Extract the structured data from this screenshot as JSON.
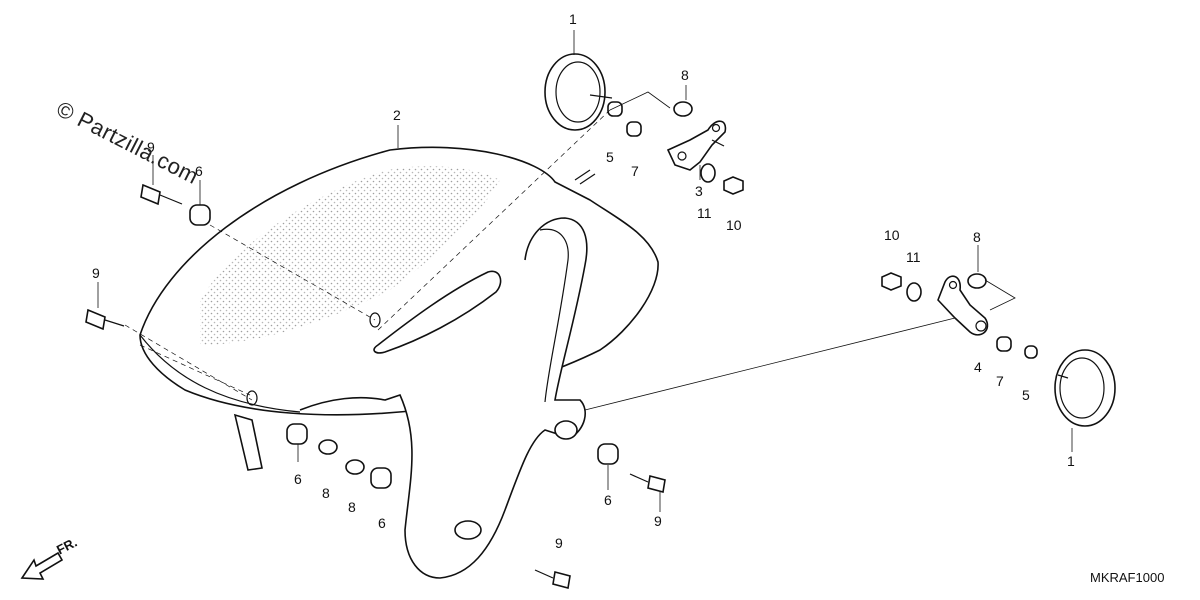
{
  "watermark": "© Partzilla.com",
  "diagram_code": "MKRAF1000",
  "direction_label": "FR.",
  "callouts": {
    "c1_top": "1",
    "c2": "2",
    "c3": "3",
    "c4": "4",
    "c5_top": "5",
    "c5_right": "5",
    "c6_left_top": "6",
    "c6_bottom_left": "6",
    "c6_bottom_mid": "6",
    "c6_bottom_right": "6",
    "c7_top": "7",
    "c7_right": "7",
    "c8_top": "8",
    "c8_right": "8",
    "c8_bottom_a": "8",
    "c8_bottom_b": "8",
    "c9_left_top": "9",
    "c9_left_mid": "9",
    "c9_bottom_right": "9",
    "c9_bottom": "9",
    "c10_top": "10",
    "c10_right": "10",
    "c11_top": "11",
    "c11_right": "11",
    "c1_right": "1"
  },
  "icons": {
    "fender": "front-fender",
    "reflector": "round-reflector",
    "bracket": "reflector-bracket",
    "grommet": "rubber-grommet",
    "collar": "collar",
    "bolt": "flange-bolt",
    "nut": "nut",
    "washer": "washer",
    "arrow": "front-direction-arrow"
  }
}
